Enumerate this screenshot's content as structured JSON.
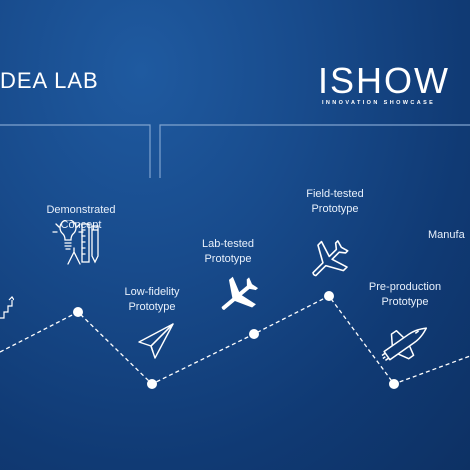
{
  "brands": {
    "idealab": "DEA LAB",
    "ishow": "ISHOW",
    "ishow_sub": "INNOVATION SHOWCASE"
  },
  "stages": [
    {
      "line1": "Demonstrated",
      "line2": "Concept",
      "icon": "idea-tools-icon"
    },
    {
      "line1": "Low-fidelity",
      "line2": "Prototype",
      "icon": "paper-plane-icon"
    },
    {
      "line1": "Lab-tested",
      "line2": "Prototype",
      "icon": "airplane-icon"
    },
    {
      "line1": "Field-tested",
      "line2": "Prototype",
      "icon": "airplane-tilted-icon"
    },
    {
      "line1": "Pre-production",
      "line2": "Prototype",
      "icon": "space-shuttle-icon"
    },
    {
      "line1": "Manufa",
      "line2": "",
      "icon": ""
    }
  ]
}
